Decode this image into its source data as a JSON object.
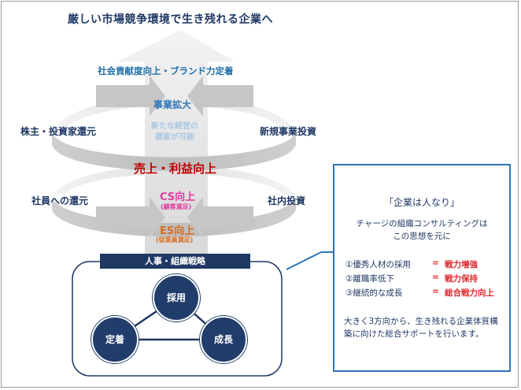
{
  "title": "厳しい市場競争環境で生き残れる企業へ",
  "tagline": "社会貢献度向上・ブランド力定着",
  "center": {
    "expand": "事業拡大",
    "new_business_1": "新たな経営の",
    "new_business_2": "模索が可能",
    "sales": "売上・利益向上",
    "cs": "CS向上",
    "cs_sub": "(顧客満足)",
    "es": "ES向上",
    "es_sub": "(従業員満足)"
  },
  "sides": {
    "left_top": "株主・投資家還元",
    "right_top": "新規事業投資",
    "left_bottom": "社員への還元",
    "right_bottom": "社内投資"
  },
  "strategy": {
    "header": "人事・組織戦略",
    "nodes": {
      "top": "採用",
      "left": "定着",
      "right": "成長"
    }
  },
  "callout": {
    "quote": "「企業は人なり」",
    "intro_1": "チャージの組織コンサルティングは",
    "intro_2": "この思想を元に",
    "items": [
      {
        "cause": "①優秀人材の採用",
        "eq": "=",
        "result": "戦力増強"
      },
      {
        "cause": "②離職率低下",
        "eq": "=",
        "result": "戦力保持"
      },
      {
        "cause": "③継続的な成長",
        "eq": "=",
        "result": "総合戦力向上"
      }
    ],
    "footer": "大きく3方向から、生き残れる企業体質構築に向けた総合サポートを行います。"
  },
  "colors": {
    "navy": "#1f3864",
    "accent_blue": "#2e75b6",
    "red": "#e0262b",
    "pink": "#e0399e",
    "orange": "#d86a1c",
    "arrow_gray": "#c8c8c8"
  }
}
